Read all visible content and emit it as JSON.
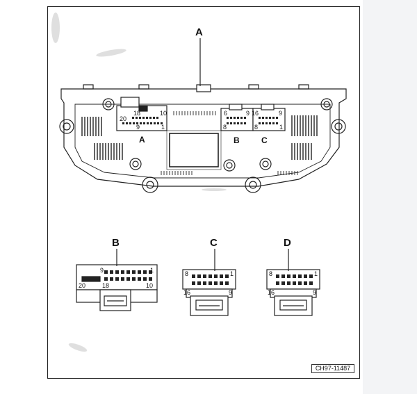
{
  "figure": {
    "code": "CH97-11487"
  },
  "callouts": {
    "top": "A",
    "unit_a": "A",
    "unit_b": "B",
    "unit_c": "C"
  },
  "connectors": {
    "b": {
      "label": "B",
      "pin_top_left": "9",
      "pin_top_right": "1",
      "pin_bottom_left": "20",
      "pin_bottom_mid": "18",
      "pin_bottom_right": "10"
    },
    "c": {
      "label": "C",
      "pin_top_left": "8",
      "pin_top_right": "1",
      "pin_bottom_left": "16",
      "pin_bottom_right": "9"
    },
    "d": {
      "label": "D",
      "pin_top_left": "8",
      "pin_top_right": "1",
      "pin_bottom_left": "16",
      "pin_bottom_right": "9"
    }
  },
  "unit_pins": {
    "a_20": "20",
    "a_18": "18",
    "a_10": "10",
    "a_9": "9",
    "a_1": "1",
    "b_6": "6",
    "b_9": "9",
    "b_8": "8",
    "c_16": "16",
    "c_9": "9",
    "c_8": "8",
    "c_1": "1"
  }
}
